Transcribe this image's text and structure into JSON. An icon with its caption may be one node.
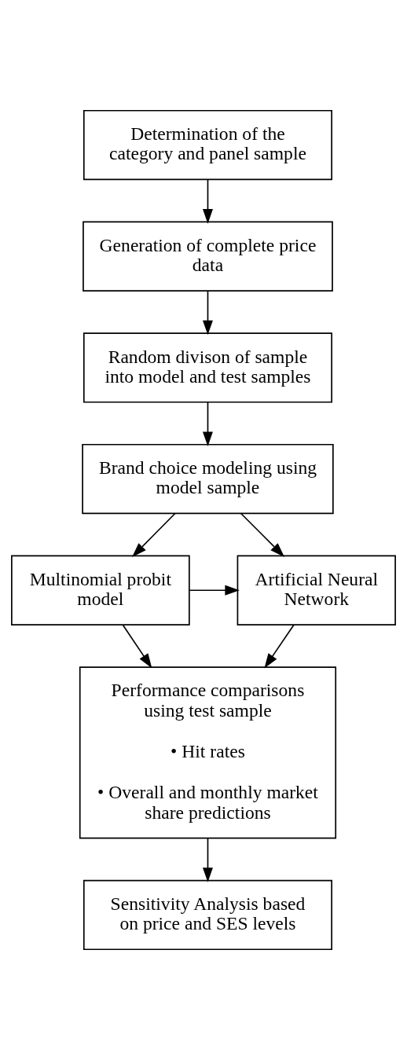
{
  "diagram": {
    "nodes": [
      {
        "text": [
          "Determination of the category and panel sample"
        ]
      },
      {
        "text": [
          "Generation of complete price data"
        ]
      },
      {
        "text": [
          "Random divison of sample into model and test samples"
        ]
      },
      {
        "text": [
          "Brand choice modeling using model sample"
        ]
      },
      {
        "text": [
          "Multinomial probit model"
        ]
      },
      {
        "text": [
          "Artificial Neural Network"
        ]
      },
      {
        "text": [
          "Performance comparisons using test sample",
          "• Hit rates",
          "• Overall and monthly market share predictions"
        ]
      },
      {
        "text": [
          "Sensitivity Analysis based on price and SES levels"
        ]
      }
    ],
    "edges": [
      {
        "from": 0,
        "to": 1,
        "arrow": "to"
      },
      {
        "from": 1,
        "to": 2,
        "arrow": "to"
      },
      {
        "from": 2,
        "to": 3,
        "arrow": "to"
      },
      {
        "from": 3,
        "to": 4,
        "arrow": "to"
      },
      {
        "from": 3,
        "to": 5,
        "arrow": "to"
      },
      {
        "from": 4,
        "to": 5,
        "arrow": "to"
      },
      {
        "from": 4,
        "to": 6,
        "arrow": "to"
      },
      {
        "from": 5,
        "to": 6,
        "arrow": "to"
      },
      {
        "from": 6,
        "to": 7,
        "arrow": "to"
      }
    ]
  }
}
